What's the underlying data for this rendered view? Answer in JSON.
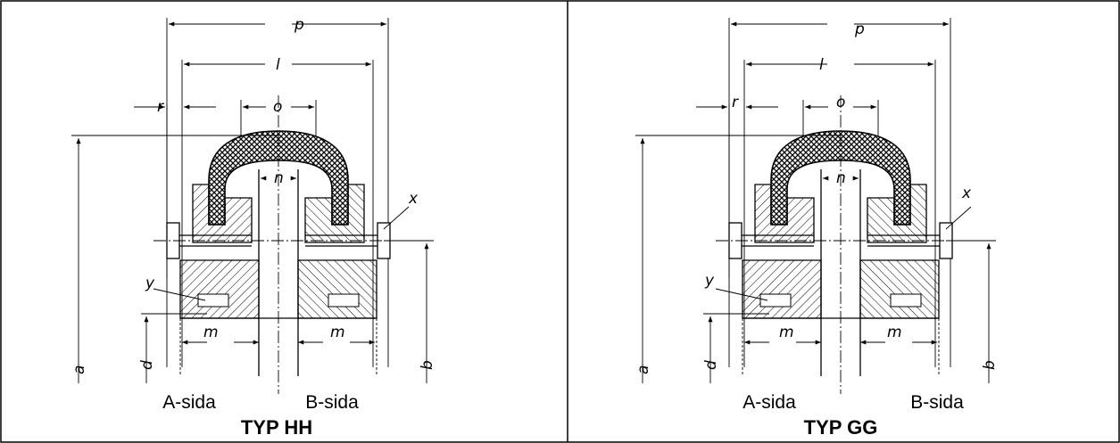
{
  "figure": {
    "left": {
      "title": "TYP HH",
      "side_a": "A-sida",
      "side_b": "B-sida",
      "dims": {
        "p": "p",
        "l": "l",
        "r": "r",
        "o": "o",
        "n": "n",
        "x": "x",
        "y": "y",
        "m": "m",
        "a": "a",
        "d": "d",
        "b": "b"
      }
    },
    "right": {
      "title": "TYP GG",
      "side_a": "A-sida",
      "side_b": "B-sida",
      "dims": {
        "p": "p",
        "l": "l",
        "r": "r",
        "o": "o",
        "n": "n",
        "x": "x",
        "y": "y",
        "m": "m",
        "a": "a",
        "d": "d",
        "b": "b"
      }
    }
  }
}
